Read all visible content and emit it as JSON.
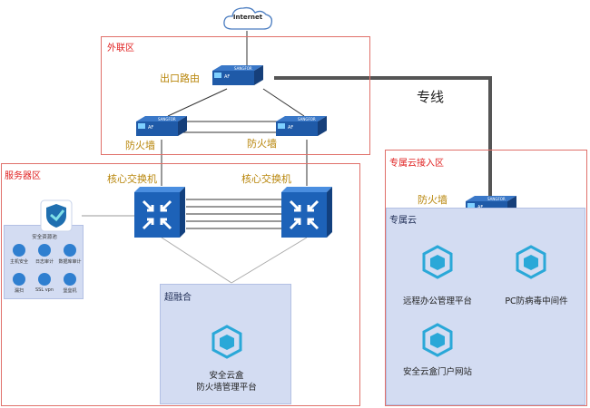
{
  "cloud": {
    "label": "Internet"
  },
  "zones": {
    "outer": "外联区",
    "server": "服务器区",
    "private_access": "专属云接入区"
  },
  "devices": {
    "exit_router": "出口路由",
    "firewall": "防火墙",
    "core_switch": "核心交换机",
    "af_badge": "AF",
    "brand": "SANGFOR"
  },
  "line_label": "专线",
  "security_pool": {
    "title": "安全资源池",
    "items": [
      "主机安全",
      "日志审计",
      "数据库审计",
      "漏扫",
      "SSL vpn",
      "堡垒机"
    ]
  },
  "hci": {
    "title": "超融合",
    "service": [
      "安全云盒",
      "防火墙管理平台"
    ]
  },
  "private_cloud": {
    "title": "专属云",
    "services": [
      "远程办公管理平台",
      "PC防病毒中间件",
      "安全云盒门户网站"
    ]
  },
  "colors": {
    "zone_border": "#e0706a",
    "zone_title": "#e02020",
    "device_label": "#b8860b",
    "panel_bg": "#d3dcf2",
    "cube": "#2aa8d8"
  }
}
